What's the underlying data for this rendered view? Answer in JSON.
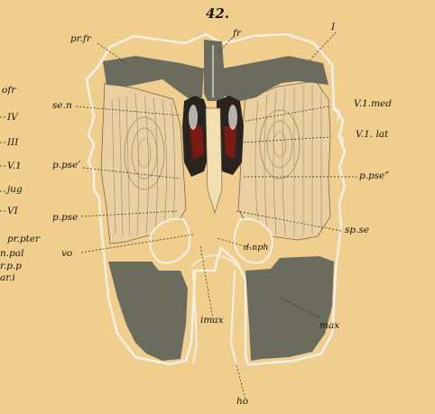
{
  "figure": {
    "number": "42.",
    "colors": {
      "background": "#f0ce8d",
      "bone_shading": "#6b6b5e",
      "ink": "#1a1510",
      "outline": "#f4f0e6",
      "cavity_red": "#7a1a10"
    }
  },
  "labels": {
    "fr": "fr",
    "pr_fr": "pr.fr",
    "I": "I",
    "sen": "se.n",
    "V1med": "V.1.med",
    "V1lat": "V.1. lat",
    "ppse_prime_left": "p.pseʹ",
    "ppse_dprime_right": "p.pseʺ",
    "ppse": "p.pse",
    "spse": "sp.se",
    "vo": "vo",
    "dnph": "d.nph",
    "imax": "imax",
    "max": "max",
    "ho": "ho"
  },
  "left_margin_labels": {
    "ofr": "ofr",
    "IV": "IV",
    "III": "III",
    "V1": "V.1",
    "jug": "jug",
    "VI": "VI",
    "pr_pter": "pr.pter",
    "n_pal": "n.pal",
    "r_p_p": "r.p.p",
    "ari": "ar.i"
  }
}
